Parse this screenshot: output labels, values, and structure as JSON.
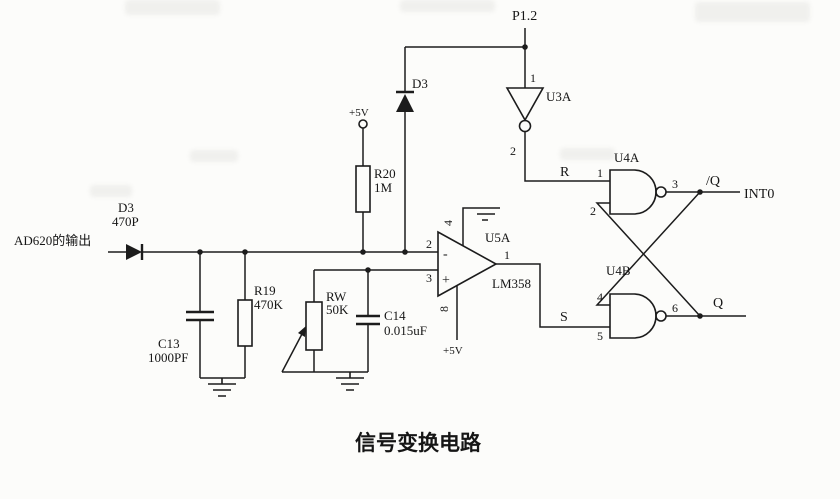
{
  "page": {
    "title": "信号变换电路"
  },
  "schematic": {
    "input_label": "AD620的输出",
    "nets": {
      "p12": "P1.2",
      "r": "R",
      "s": "S",
      "q": "Q",
      "qbar": "/Q",
      "int0": "INT0"
    },
    "power": {
      "vcc_top": "+5V",
      "vcc_opamp": "+5V"
    },
    "components": {
      "d3_input": {
        "ref": "D3",
        "value": "470P"
      },
      "d3_clamp": {
        "ref": "D3"
      },
      "c13": {
        "ref": "C13",
        "value": "1000PF"
      },
      "r19": {
        "ref": "R19",
        "value": "470K"
      },
      "rw": {
        "ref": "RW",
        "value": "50K"
      },
      "c14": {
        "ref": "C14",
        "value": "0.015uF"
      },
      "r20": {
        "ref": "R20",
        "value": "1M"
      },
      "u3a": {
        "ref": "U3A",
        "pin_in": "1",
        "pin_out": "2"
      },
      "u5a": {
        "ref": "U5A",
        "part": "LM358",
        "pin_inv": "2",
        "pin_noninv": "3",
        "pin_out": "1",
        "pin_gnd": "4",
        "pin_vcc": "8",
        "minus": "-",
        "plus": "+"
      },
      "u4a": {
        "ref": "U4A",
        "pin_in1": "1",
        "pin_in2": "2",
        "pin_out": "3"
      },
      "u4b": {
        "ref": "U4B",
        "pin_in1": "4",
        "pin_in2": "5",
        "pin_out": "6"
      }
    }
  }
}
